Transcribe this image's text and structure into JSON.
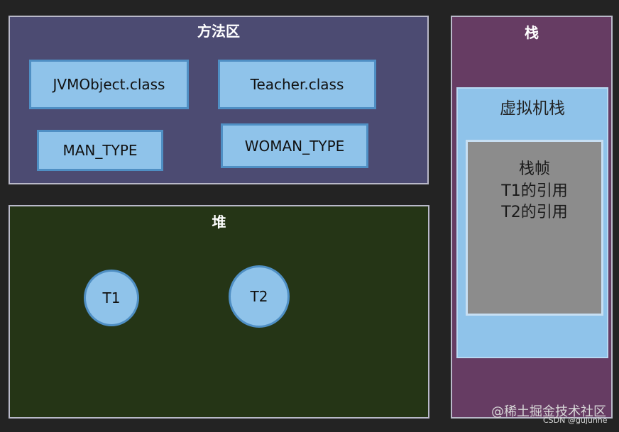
{
  "method_area": {
    "title": "方法区",
    "classes": [
      "JVMObject.class",
      "Teacher.class",
      "MAN_TYPE",
      "WOMAN_TYPE"
    ]
  },
  "heap": {
    "title": "堆",
    "objects": [
      "T1",
      "T2"
    ]
  },
  "stack": {
    "title": "栈",
    "vm_stack": {
      "title": "虚拟机栈",
      "frame": {
        "title": "栈帧",
        "refs": [
          "T1的引用",
          "T2的引用"
        ]
      }
    }
  },
  "watermark": {
    "main": "@稀土掘金技术社区",
    "sub": "CSDN @gujunhe"
  },
  "colors": {
    "method_area_bg": "#4c4b72",
    "heap_bg": "#253516",
    "stack_bg": "#663c63",
    "box_fill": "#8fc3ea",
    "frame_fill": "#8c8c8c"
  }
}
